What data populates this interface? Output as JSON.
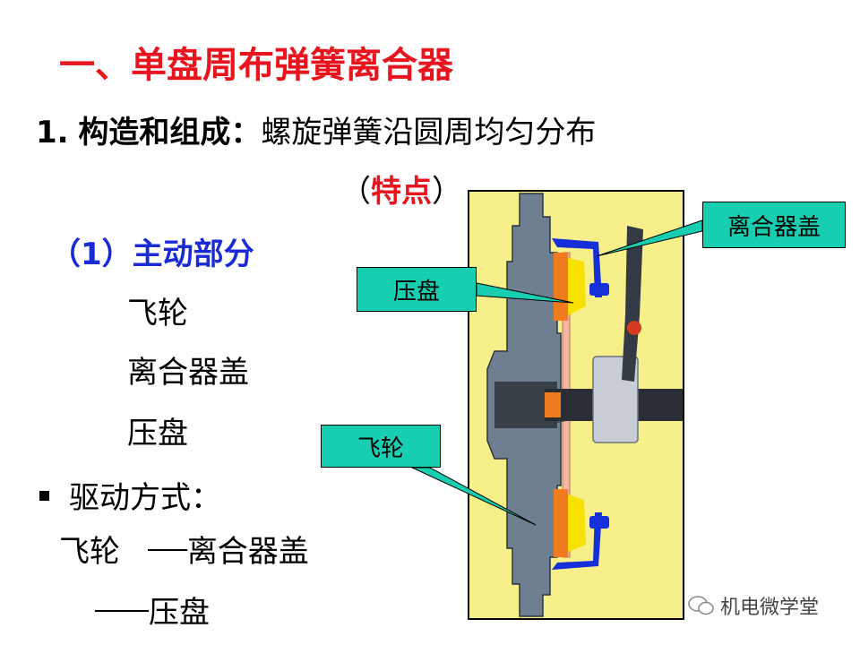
{
  "title": "一、单盘周布弹簧离合器",
  "heading": {
    "number": "1.",
    "label": "构造和组成：",
    "text": "螺旋弹簧沿圆周均匀分布"
  },
  "feature": {
    "open": "（",
    "label": "特点",
    "close": "）"
  },
  "driving_part": {
    "heading": "（1）主动部分",
    "items": [
      "飞轮",
      "离合器盖",
      "压盘"
    ]
  },
  "drive_mode": {
    "label": "驱动方式：",
    "line1_start": "飞轮",
    "line1_end": "离合器盖",
    "line2_end": "压盘"
  },
  "diagram_callouts": {
    "cover": "离合器盖",
    "pressure_plate": "压盘",
    "flywheel": "飞轮"
  },
  "watermark": "机电微学堂",
  "colors": {
    "title_red": "#e8141e",
    "sub_heading_blue": "#1a2bd6",
    "callout_teal": "#17cfb0",
    "diagram_bg": "#f7f08a",
    "steel_gray": "#6f7f92",
    "disc_blue": "#1530d8",
    "plate_orange": "#f07a1e",
    "spring_yellow": "#f8e000"
  }
}
